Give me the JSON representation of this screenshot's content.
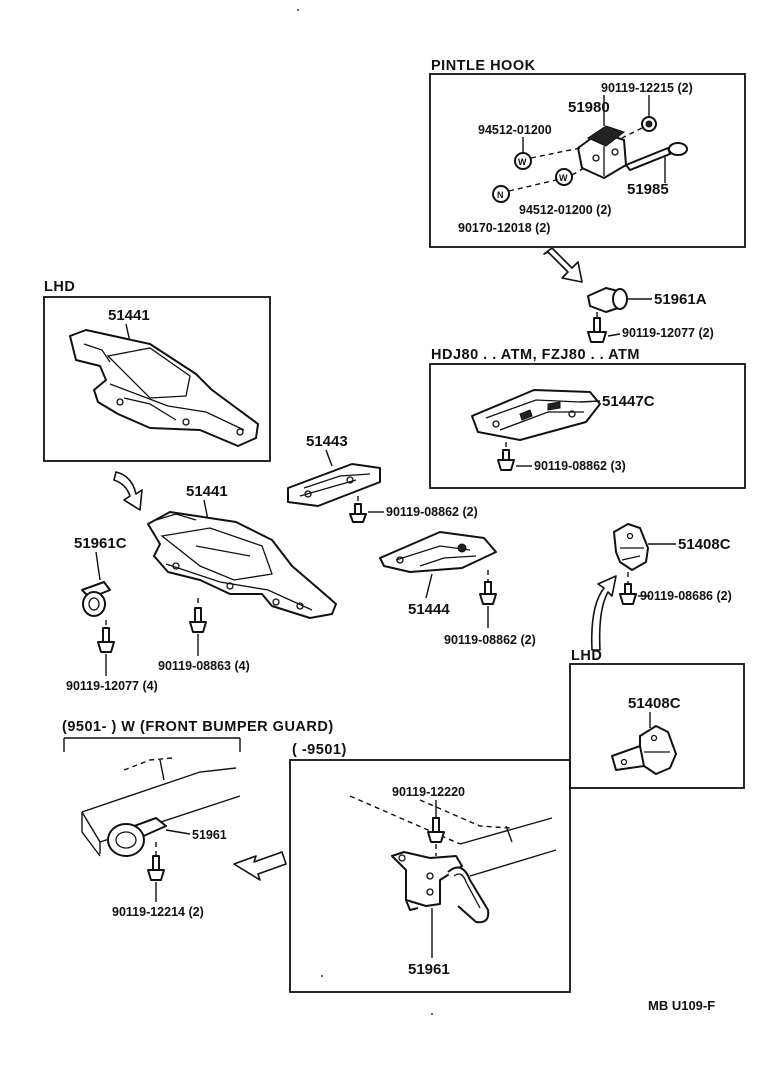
{
  "headings": {
    "pintle_hook": "PINTLE  HOOK",
    "lhd_top": "LHD",
    "hdj80": "HDJ80 . . ATM, FZJ80 . . ATM",
    "lhd_right": "LHD",
    "w_front": "(9501-        ) W (FRONT  BUMPER  GUARD)",
    "range_9501": "(        -9501)"
  },
  "parts": {
    "p90119_12215": "90119-12215 (2)",
    "p51980": "51980",
    "p94512_01200_a": "94512-01200",
    "p51985": "51985",
    "p94512_01200_b": "94512-01200 (2)",
    "p90170_12018": "90170-12018 (2)",
    "p51961A": "51961A",
    "p90119_12077_a": "90119-12077 (2)",
    "p51441_a": "51441",
    "p51447C": "51447C",
    "p90119_08862_a": "90119-08862 (3)",
    "p51443": "51443",
    "p90119_08862_b": "90119-08862 (2)",
    "p51441_b": "51441",
    "p51961C": "51961C",
    "p51408C_a": "51408C",
    "p90119_08686": "90119-08686 (2)",
    "p51444": "51444",
    "p90119_08862_c": "90119-08862 (2)",
    "p90119_08863": "90119-08863 (4)",
    "p90119_12077_b": "90119-12077 (4)",
    "p51408C_b": "51408C",
    "p90119_12220": "90119-12220",
    "p51961_a": "51961",
    "p90119_12214": "90119-12214 (2)",
    "p51961_b": "51961"
  },
  "footer": {
    "code": "MB  U109-F"
  }
}
